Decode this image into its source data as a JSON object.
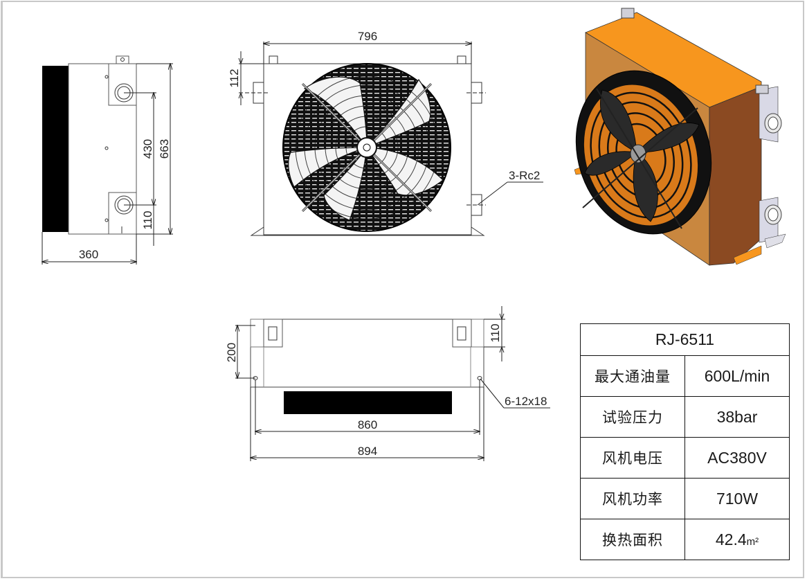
{
  "drawing": {
    "side_view": {
      "dimensions": {
        "overall_height": "663",
        "port_spacing": "430",
        "bottom_port_offset": "110",
        "depth": "360"
      }
    },
    "front_view": {
      "dimensions": {
        "width": "796",
        "top_port_offset": "112"
      },
      "callouts": {
        "ports": "3-Rc2"
      }
    },
    "bottom_view": {
      "dimensions": {
        "mount_depth": "200",
        "bracket_depth": "110",
        "hole_spacing": "860",
        "overall_width": "894"
      },
      "callouts": {
        "mount_holes": "6-12x18"
      }
    },
    "iso_view": {
      "colors": {
        "body_top": "#f7961e",
        "body_front": "#c9873f",
        "body_side": "#8b4a22",
        "fan": "#111111",
        "fittings": "#d9d9e6"
      }
    }
  },
  "spec_table": {
    "model": "RJ-6511",
    "rows": [
      {
        "label": "最大通油量",
        "value": "600L/min"
      },
      {
        "label": "试验压力",
        "value": "38bar"
      },
      {
        "label": "风机电压",
        "value": "AC380V"
      },
      {
        "label": "风机功率",
        "value": "710W"
      },
      {
        "label": "换热面积",
        "value": "42.4",
        "unit": "m²"
      }
    ]
  }
}
